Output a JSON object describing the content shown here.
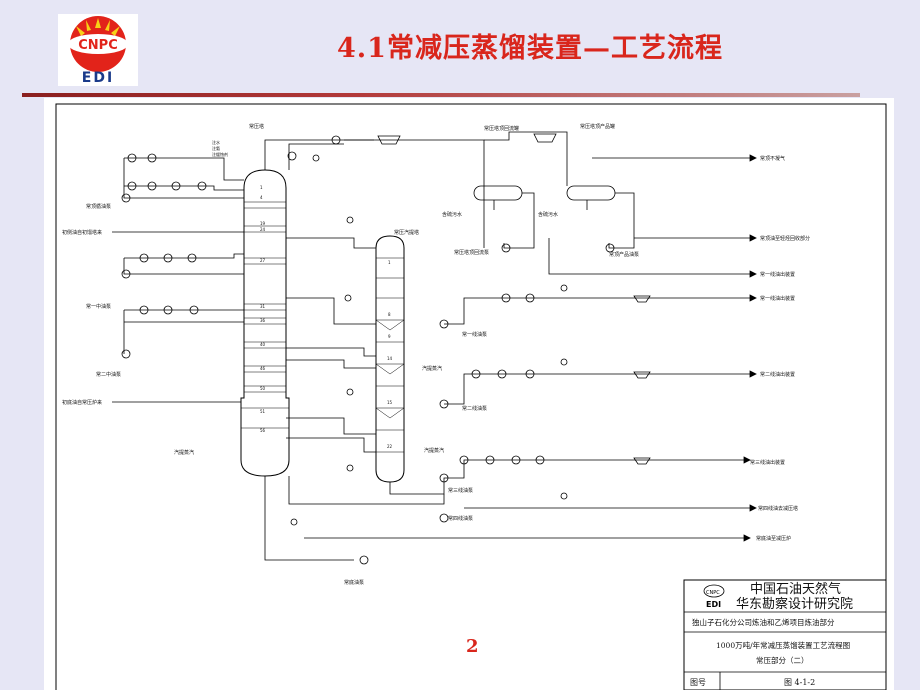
{
  "logo": {
    "top_text": "CNPC",
    "bottom_text": "EDI",
    "red": "#e2231a",
    "blue": "#1a3a8a",
    "yellow": "#f7d117"
  },
  "header": {
    "title": "4.1常减压蒸馏装置—工艺流程",
    "title_color": "#d9261c"
  },
  "page_number": "2",
  "diagram": {
    "labels": {
      "chang_ya_ta": "常压塔",
      "cz_huiliu_guan": "常压塔顶回流罐",
      "cz_chanpin_guan": "常压塔顶产品罐",
      "chang_ding_buning_qi": "常顶不凝气",
      "zhu_shui": "注水",
      "zhu_an": "注氨",
      "zhu_huanshi": "注缓蚀剂",
      "chang_ding_xunhuan_beng": "常顶循油泵",
      "chuliu_zi_chuliu_ta": "初侧油自初馏塔来",
      "chang_ya_qiti_ta": "常压汽提塔",
      "hanyou_wushui_1": "含硫污水",
      "hanyou_wushui_2": "含硫污水",
      "cz_huiliu_beng": "常压塔顶回流泵",
      "cz_chanpin_beng": "常顶产品油泵",
      "chang_ding_qingtang": "常顶油至轻烃回收部分",
      "chang_yi_xian_chu": "常一线油出装置",
      "chang_yi_zhonggong": "常一中油泵",
      "di_yi_xian_chu": "常一线油出装置",
      "di_yi_xian_beng": "常一线油泵",
      "chang_er_zhong_beng": "常二中油泵",
      "qiti_zhengqi_1": "汽提蒸汽",
      "chang_er_xian_chu": "常二线油出装置",
      "chang_er_xian_beng": "常二线油泵",
      "chuliu_you_lu": "初底油自常压炉来",
      "qiti_zhengqi_2": "汽提蒸汽",
      "qiti_zhengqi_3": "汽提蒸汽",
      "chang_san_xian_chu": "常三线油出装置",
      "chang_san_xian_beng": "常三线油泵",
      "chang_si_xian_jianya": "常四线油去减压塔",
      "chang_si_xian_beng": "常四线油泵",
      "chang_di_jianya_lu": "常底油至减压炉",
      "chang_di_beng": "常底油泵"
    },
    "tray_labels": [
      "1",
      "4",
      "19",
      "24",
      "27",
      "31",
      "36",
      "40",
      "46",
      "50",
      "51",
      "56"
    ],
    "stripper_labels": [
      "1",
      "8",
      "9",
      "14",
      "15",
      "22"
    ]
  },
  "title_block": {
    "org_line1": "中国石油天然气",
    "org_line2": "华东勘察设计研究院",
    "project": "独山子石化分公司炼油和乙烯项目炼油部分",
    "drawing_title": "1000万吨/年常减压蒸馏装置工艺流程图",
    "drawing_subtitle": "常压部分（二）",
    "figno_label": "图号",
    "figno": "图 4-1-2",
    "logo_text": "EDI"
  }
}
